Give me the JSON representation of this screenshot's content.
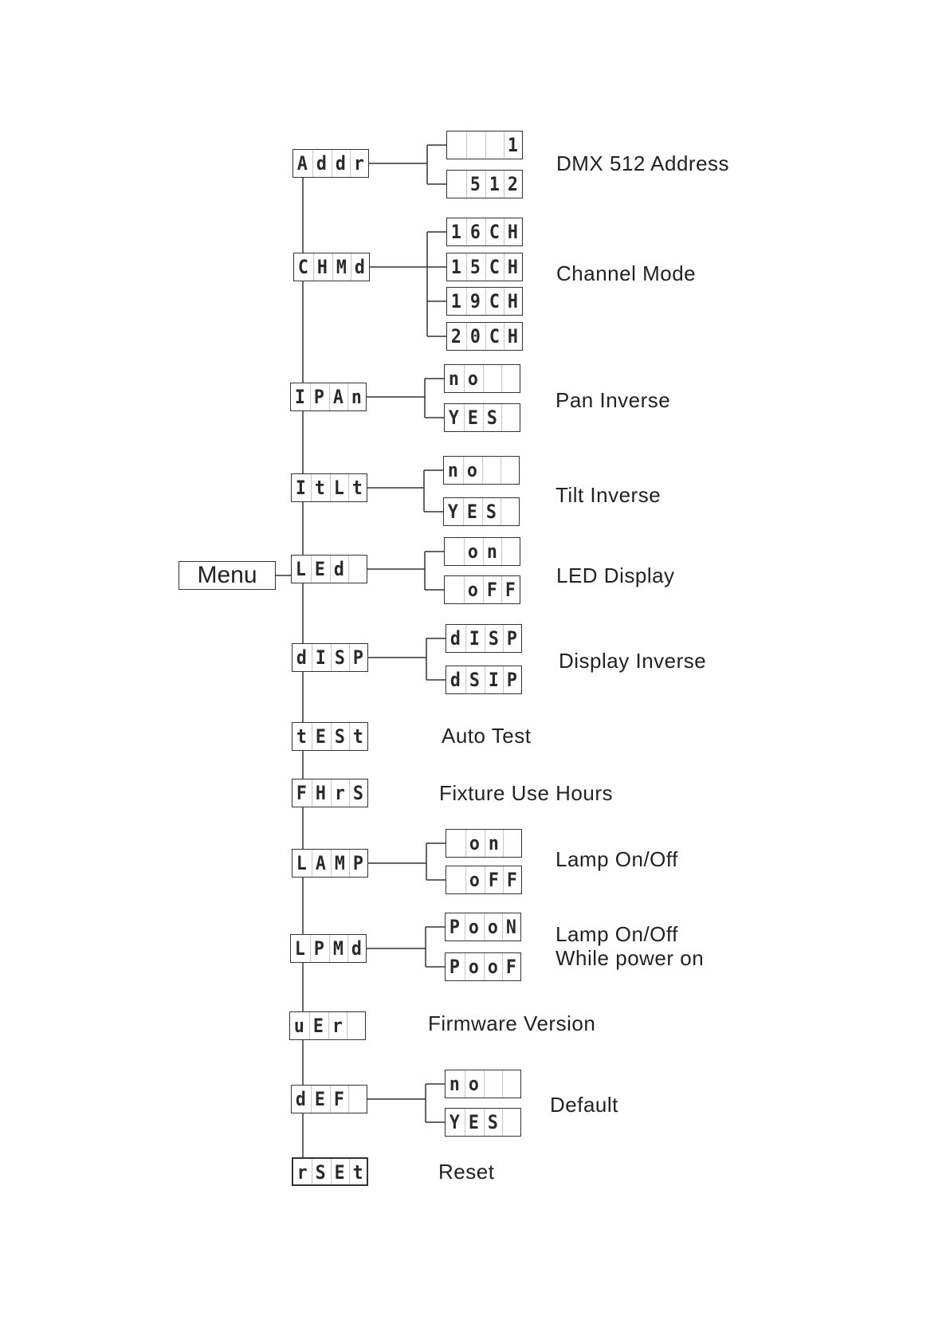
{
  "menu_label": "Menu",
  "items": [
    {
      "code": [
        "A",
        "d",
        "d",
        "r"
      ],
      "label_lines": [
        "DMX 512 Address"
      ],
      "options": [
        [
          " ",
          " ",
          " ",
          "1"
        ],
        [
          " ",
          "5",
          "1",
          "2"
        ]
      ]
    },
    {
      "code": [
        "C",
        "H",
        "M",
        "d"
      ],
      "label_lines": [
        "Channel Mode"
      ],
      "options": [
        [
          "1",
          "6",
          "C",
          "H"
        ],
        [
          "1",
          "5",
          "C",
          "H"
        ],
        [
          "1",
          "9",
          "C",
          "H"
        ],
        [
          "2",
          "0",
          "C",
          "H"
        ]
      ]
    },
    {
      "code": [
        "I",
        "P",
        "A",
        "n"
      ],
      "label_lines": [
        "Pan Inverse"
      ],
      "options": [
        [
          "n",
          "o",
          " ",
          " "
        ],
        [
          "Y",
          "E",
          "S",
          " "
        ]
      ]
    },
    {
      "code": [
        "I",
        "t",
        "L",
        "t"
      ],
      "label_lines": [
        "Tilt Inverse"
      ],
      "options": [
        [
          "n",
          "o",
          " ",
          " "
        ],
        [
          "Y",
          "E",
          "S",
          " "
        ]
      ]
    },
    {
      "code": [
        "L",
        "E",
        "d",
        " "
      ],
      "label_lines": [
        "LED Display"
      ],
      "options": [
        [
          " ",
          "o",
          "n",
          " "
        ],
        [
          " ",
          "o",
          "F",
          "F"
        ]
      ]
    },
    {
      "code": [
        "d",
        "I",
        "S",
        "P"
      ],
      "label_lines": [
        "Display Inverse"
      ],
      "options": [
        [
          "d",
          "I",
          "S",
          "P"
        ],
        [
          "d",
          "S",
          "I",
          "P"
        ]
      ]
    },
    {
      "code": [
        "t",
        "E",
        "S",
        "t"
      ],
      "label_lines": [
        "Auto Test"
      ],
      "options": []
    },
    {
      "code": [
        "F",
        "H",
        "r",
        "S"
      ],
      "label_lines": [
        "Fixture Use Hours"
      ],
      "options": []
    },
    {
      "code": [
        "L",
        "A",
        "M",
        "P"
      ],
      "label_lines": [
        "Lamp On/Off"
      ],
      "options": [
        [
          " ",
          "o",
          "n",
          " "
        ],
        [
          " ",
          "o",
          "F",
          "F"
        ]
      ]
    },
    {
      "code": [
        "L",
        "P",
        "M",
        "d"
      ],
      "label_lines": [
        "Lamp On/Off",
        "While power on"
      ],
      "options": [
        [
          "P",
          "o",
          "o",
          "N"
        ],
        [
          "P",
          "o",
          "o",
          "F"
        ]
      ]
    },
    {
      "code": [
        "u",
        "E",
        "r",
        " "
      ],
      "label_lines": [
        "Firmware Version"
      ],
      "options": []
    },
    {
      "code": [
        "d",
        "E",
        "F",
        " "
      ],
      "label_lines": [
        "Default"
      ],
      "options": [
        [
          "n",
          "o",
          " ",
          " "
        ],
        [
          "Y",
          "E",
          "S",
          " "
        ]
      ]
    },
    {
      "code": [
        "r",
        "S",
        "E",
        "t"
      ],
      "label_lines": [
        "Reset"
      ],
      "options": []
    }
  ]
}
